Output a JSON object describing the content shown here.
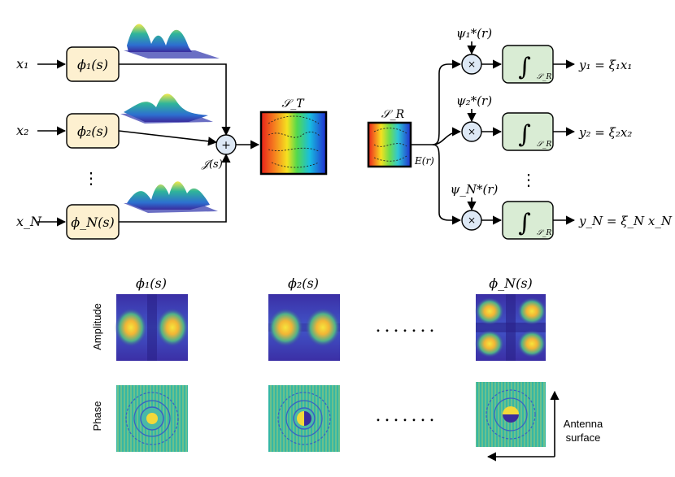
{
  "transmitter": {
    "inputs": [
      "x₁",
      "x₂",
      "x_N"
    ],
    "basis": [
      "ϕ₁(s)",
      "ϕ₂(s)",
      "ϕ_N(s)"
    ],
    "ellipsis_vertical": "⋮",
    "sum_symbol": "+",
    "current_label": "𝒥(s)",
    "surface_label": "𝒮_T"
  },
  "receiver": {
    "surface_label": "𝒮_R",
    "field_label": "E(r)",
    "conjugates": [
      "ψ₁*(r)",
      "ψ₂*(r)",
      "ψ_N*(r)"
    ],
    "multiply_symbol": "×",
    "integral_symbol": "∫",
    "integral_domain": "𝒮_R",
    "outputs": [
      "y₁ = ξ₁x₁",
      "y₂ = ξ₂x₂",
      "y_N = ξ_N x_N"
    ],
    "ellipsis_vertical": "⋮"
  },
  "bottom": {
    "titles": [
      "ϕ₁(s)",
      "ϕ₂(s)",
      "ϕ_N(s)"
    ],
    "row_labels": [
      "Amplitude",
      "Phase"
    ],
    "ellipsis": ".......",
    "axis_label": [
      "Antenna",
      "surface"
    ]
  },
  "colors": {
    "basis_box": "#fdf0d0",
    "integrator_box": "#d9ecd4",
    "node": "#dde8f5",
    "map_low": "#3a2c9e",
    "map_high": "#f4e94a"
  }
}
